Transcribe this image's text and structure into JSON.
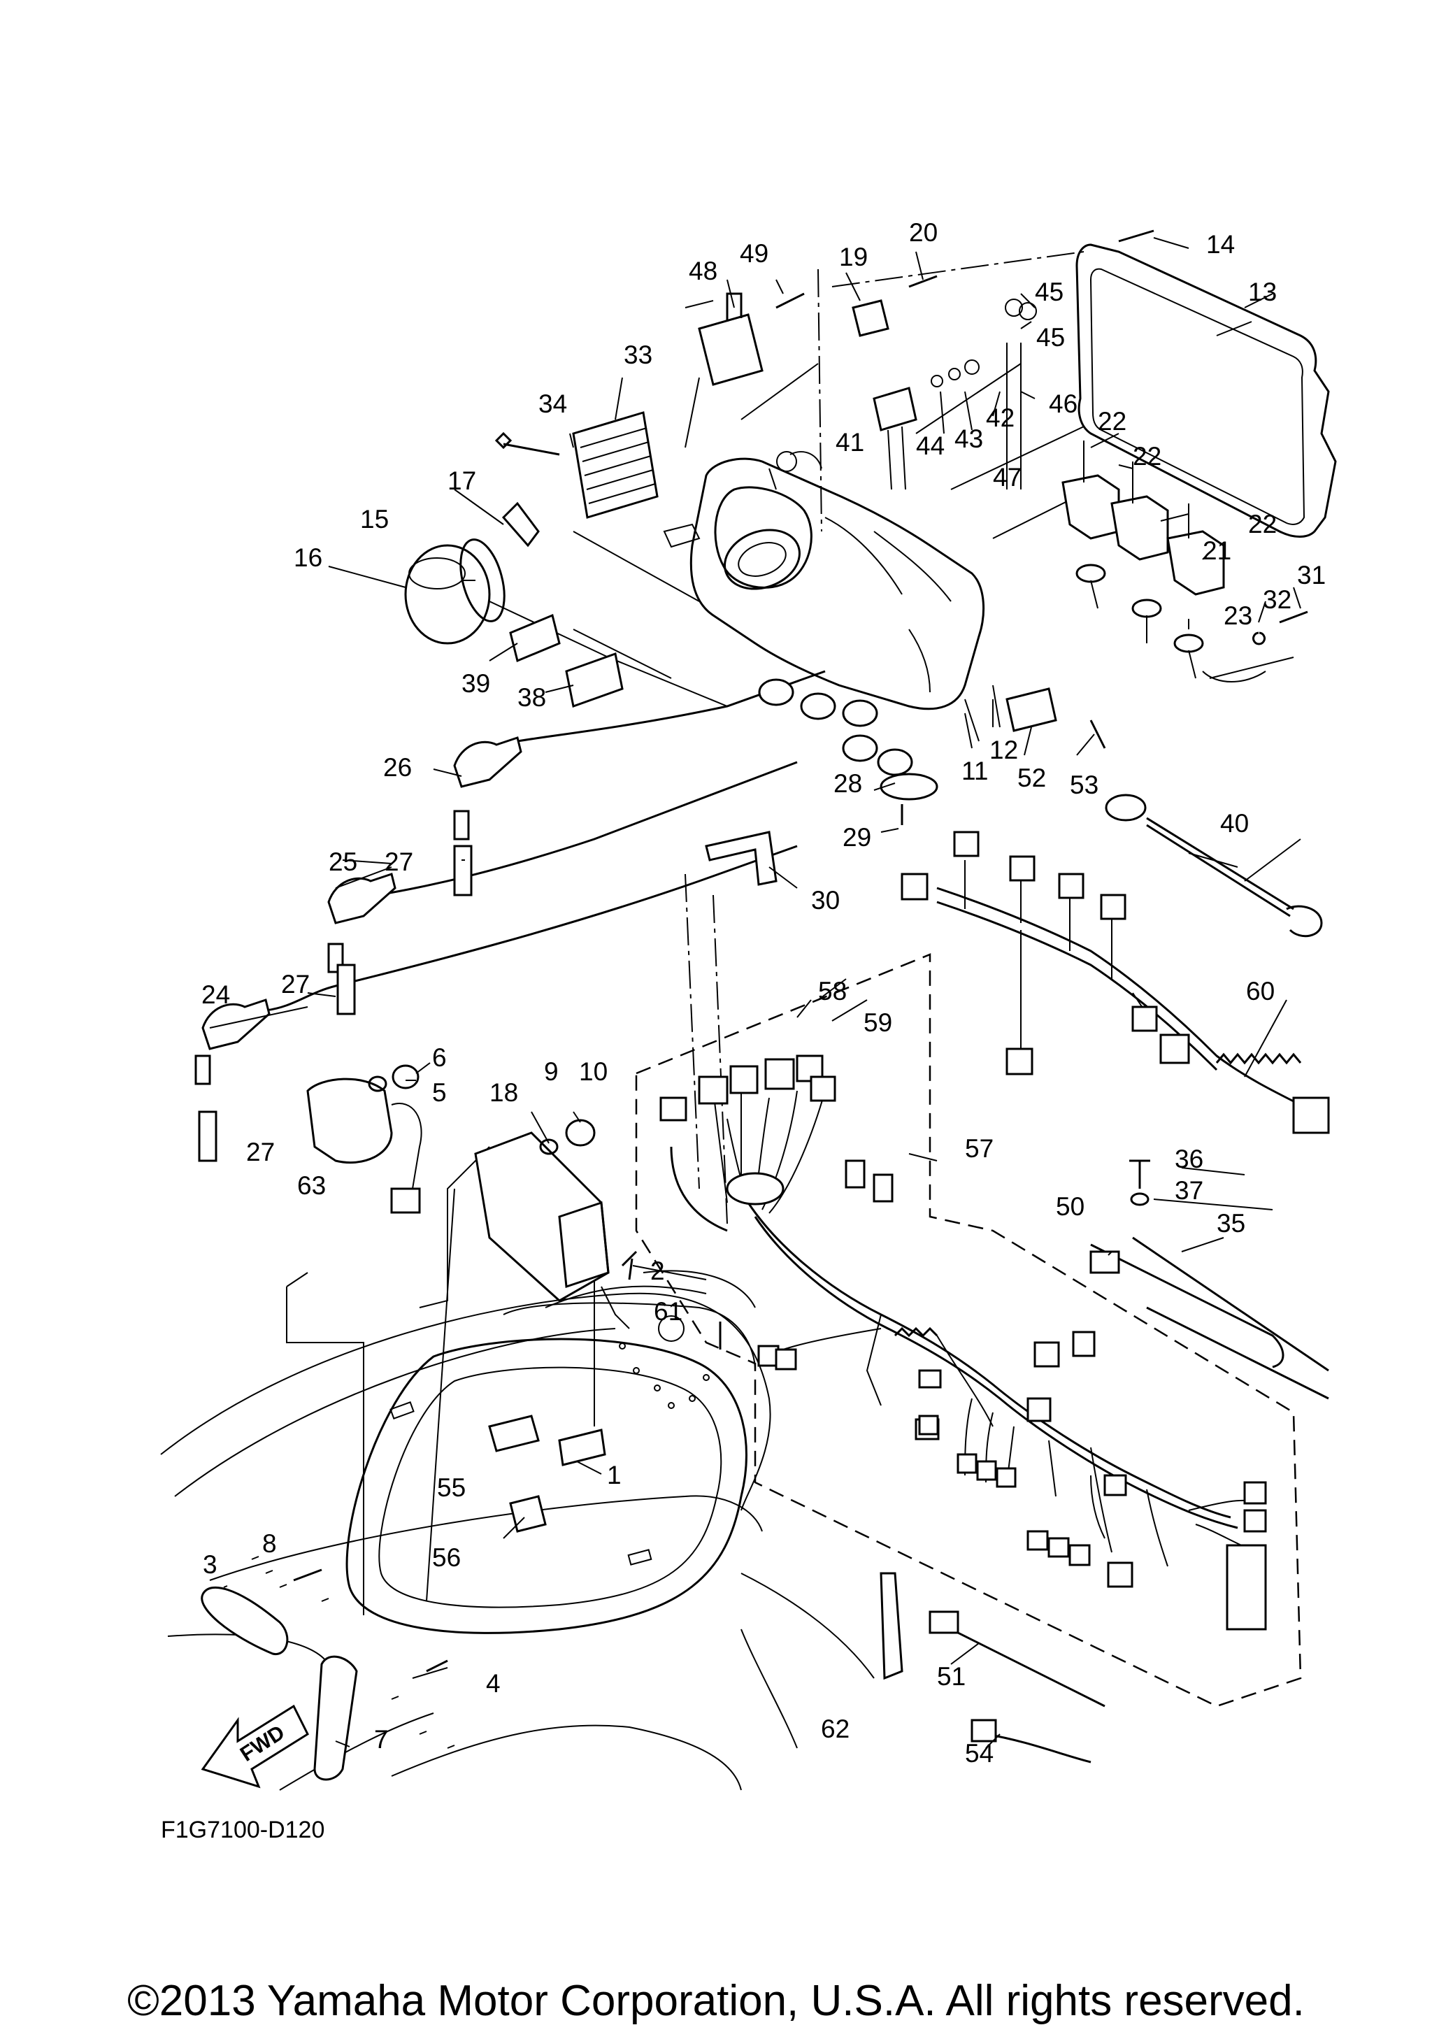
{
  "diagram": {
    "part_callouts": [
      {
        "num": "1"
      },
      {
        "num": "2"
      },
      {
        "num": "3"
      },
      {
        "num": "4"
      },
      {
        "num": "5"
      },
      {
        "num": "6"
      },
      {
        "num": "7"
      },
      {
        "num": "8"
      },
      {
        "num": "9"
      },
      {
        "num": "10"
      },
      {
        "num": "11"
      },
      {
        "num": "12"
      },
      {
        "num": "13"
      },
      {
        "num": "14"
      },
      {
        "num": "15"
      },
      {
        "num": "16"
      },
      {
        "num": "17"
      },
      {
        "num": "18"
      },
      {
        "num": "19"
      },
      {
        "num": "20"
      },
      {
        "num": "21"
      },
      {
        "num": "22"
      },
      {
        "num": "22"
      },
      {
        "num": "22"
      },
      {
        "num": "23"
      },
      {
        "num": "24"
      },
      {
        "num": "25"
      },
      {
        "num": "26"
      },
      {
        "num": "27"
      },
      {
        "num": "27"
      },
      {
        "num": "27"
      },
      {
        "num": "28"
      },
      {
        "num": "29"
      },
      {
        "num": "30"
      },
      {
        "num": "31"
      },
      {
        "num": "32"
      },
      {
        "num": "33"
      },
      {
        "num": "34"
      },
      {
        "num": "35"
      },
      {
        "num": "36"
      },
      {
        "num": "37"
      },
      {
        "num": "38"
      },
      {
        "num": "39"
      },
      {
        "num": "40"
      },
      {
        "num": "41"
      },
      {
        "num": "42"
      },
      {
        "num": "43"
      },
      {
        "num": "44"
      },
      {
        "num": "45"
      },
      {
        "num": "45"
      },
      {
        "num": "46"
      },
      {
        "num": "47"
      },
      {
        "num": "48"
      },
      {
        "num": "49"
      },
      {
        "num": "50"
      },
      {
        "num": "51"
      },
      {
        "num": "52"
      },
      {
        "num": "53"
      },
      {
        "num": "54"
      },
      {
        "num": "55"
      },
      {
        "num": "56"
      },
      {
        "num": "57"
      },
      {
        "num": "58"
      },
      {
        "num": "59"
      },
      {
        "num": "60"
      },
      {
        "num": "61"
      },
      {
        "num": "62"
      },
      {
        "num": "63"
      }
    ],
    "fwd_label": "FWD",
    "drawing_code": "F1G7100-D120"
  },
  "footer": {
    "copyright": "©2013 Yamaha Motor Corporation, U.S.A. All rights reserved."
  }
}
